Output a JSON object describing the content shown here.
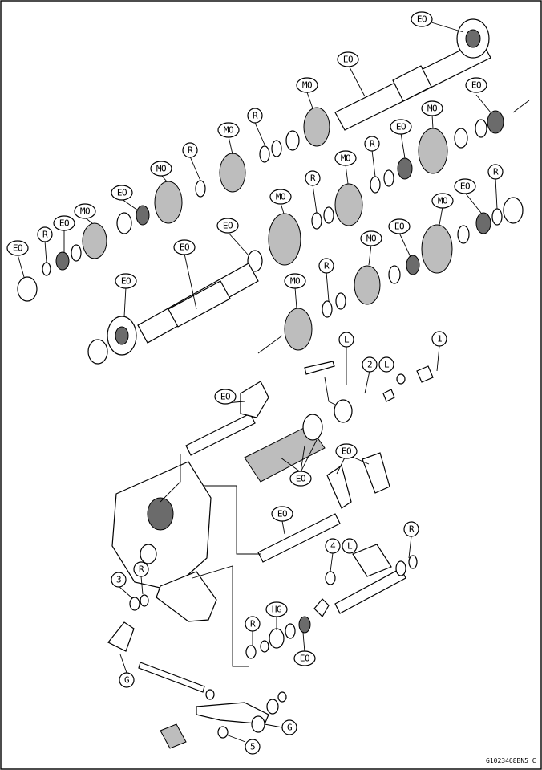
{
  "callouts": {
    "eo": "EO",
    "mo": "MO",
    "r": "R",
    "l": "L",
    "hg": "HG",
    "g": "G",
    "n1": "1",
    "n2": "2",
    "n3": "3",
    "n4": "4",
    "n5": "5"
  },
  "figure_code": "G1023468BN5 C"
}
